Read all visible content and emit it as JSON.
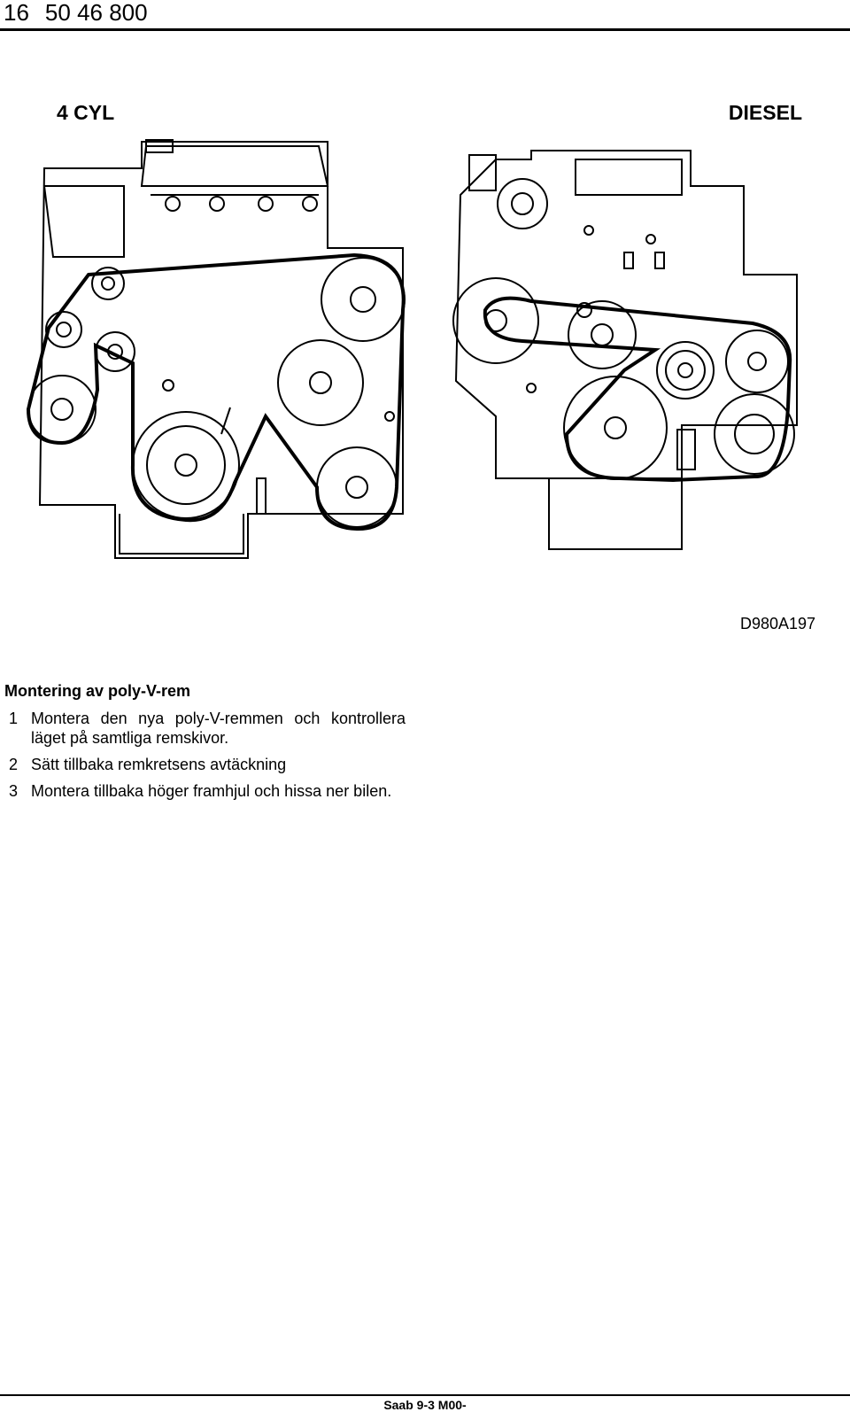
{
  "header": {
    "page_number": "16",
    "doc_number": "50 46 800"
  },
  "figure": {
    "left_label": "4 CYL",
    "right_label": "DIESEL",
    "code": "D980A197"
  },
  "section": {
    "title": "Montering av poly-V-rem",
    "steps": [
      {
        "n": "1",
        "text": "Montera den nya poly-V-remmen och kontrollera läget på samtliga remskivor."
      },
      {
        "n": "2",
        "text": "Sätt tillbaka remkretsens avtäckning"
      },
      {
        "n": "3",
        "text": "Montera tillbaka höger framhjul och hissa ner bilen."
      }
    ]
  },
  "footer": {
    "text": "Saab 9-3 M00-"
  }
}
